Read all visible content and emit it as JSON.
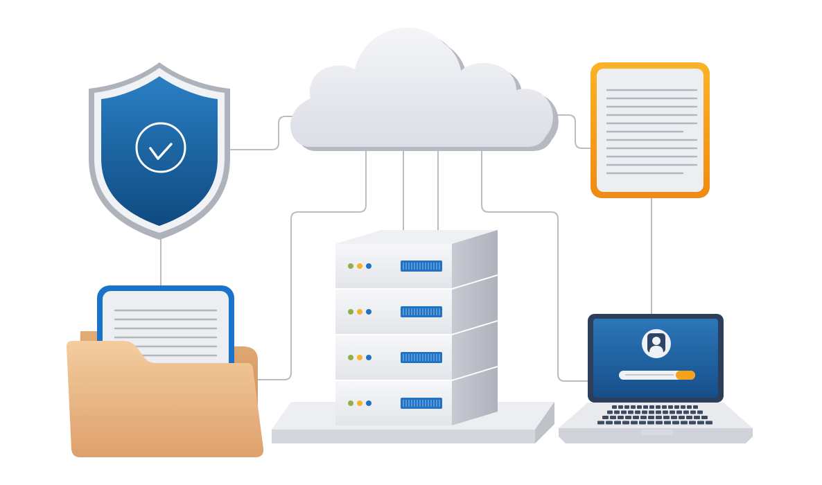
{
  "illustration": {
    "nodes": [
      {
        "id": "cloud",
        "icon": "cloud-icon"
      },
      {
        "id": "shield",
        "icon": "shield-check-icon"
      },
      {
        "id": "document",
        "icon": "document-icon"
      },
      {
        "id": "folder",
        "icon": "folder-document-icon"
      },
      {
        "id": "server",
        "icon": "server-rack-icon",
        "units": 4
      },
      {
        "id": "laptop",
        "icon": "laptop-login-icon"
      }
    ],
    "connections": [
      {
        "from": "cloud",
        "to": "shield"
      },
      {
        "from": "cloud",
        "to": "document"
      },
      {
        "from": "cloud",
        "to": "server"
      },
      {
        "from": "cloud",
        "to": "folder"
      },
      {
        "from": "cloud",
        "to": "laptop"
      },
      {
        "from": "shield",
        "to": "folder"
      },
      {
        "from": "document",
        "to": "laptop"
      }
    ],
    "colors": {
      "line": "#b9bcc4",
      "shield_blue": "#1a66a8",
      "document_border": "#f7a21b",
      "folder_border": "#1a73c8",
      "folder_tan": "#e9b884",
      "laptop_screen": "#1f5fa0",
      "login_bar_accent": "#f7a21b",
      "server_port": "#1f73c2",
      "led_green": "#8fb04a",
      "led_yellow": "#f0b52d",
      "led_blue": "#1f73c2"
    }
  }
}
